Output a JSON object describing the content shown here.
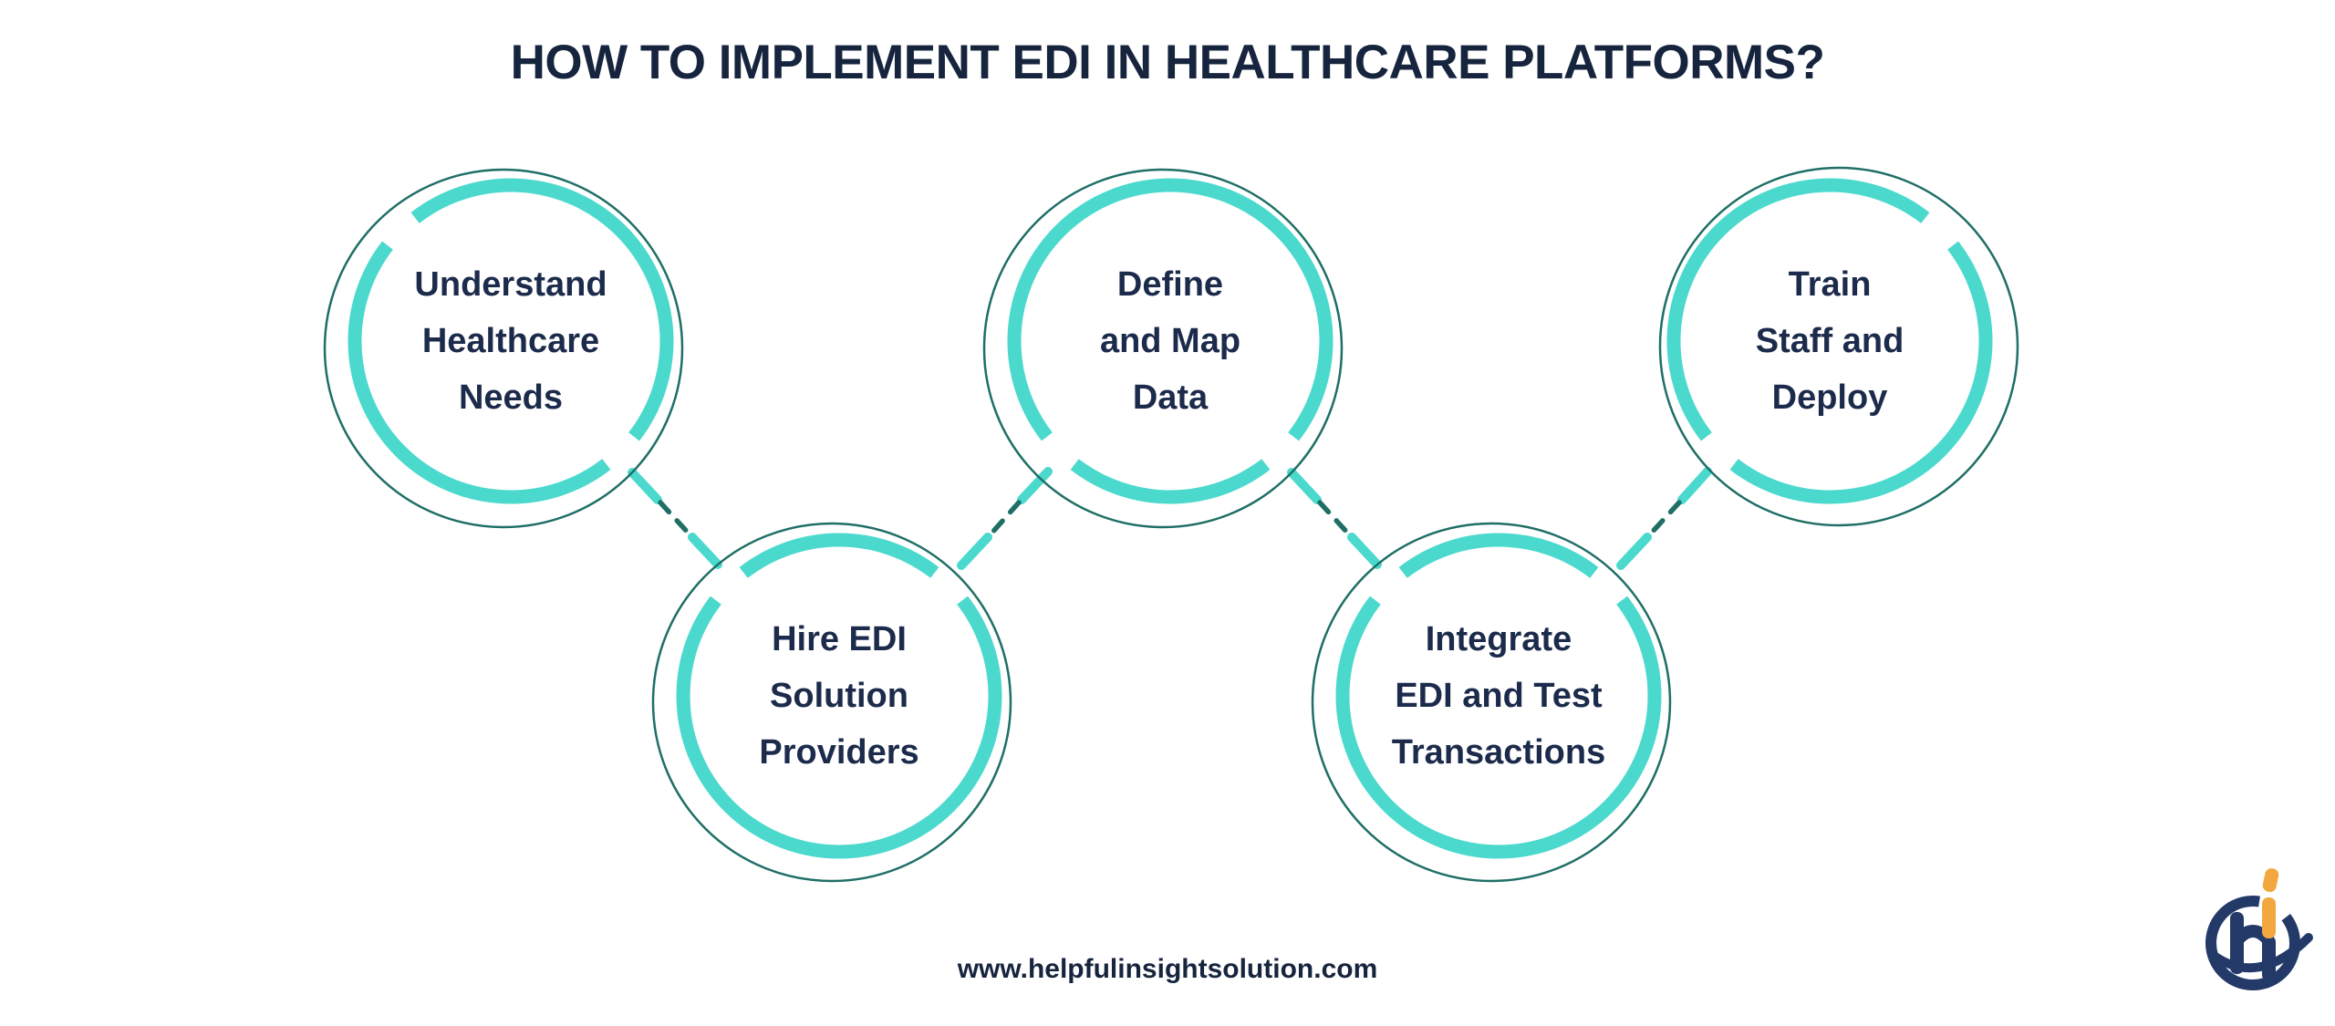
{
  "title": "HOW TO IMPLEMENT EDI IN HEALTHCARE PLATFORMS?",
  "steps": [
    {
      "id": 1,
      "position": "top",
      "label": "Understand Healthcare Needs",
      "lines": [
        "Understand",
        "Healthcare",
        "Needs"
      ]
    },
    {
      "id": 2,
      "position": "bottom",
      "label": "Hire EDI Solution Providers",
      "lines": [
        "Hire EDI",
        "Solution",
        "Providers"
      ]
    },
    {
      "id": 3,
      "position": "top",
      "label": "Define and Map Data",
      "lines": [
        "Define",
        "and Map",
        "Data"
      ]
    },
    {
      "id": 4,
      "position": "bottom",
      "label": "Integrate EDI and Test Transactions",
      "lines": [
        "Integrate",
        "EDI and Test",
        "Transactions"
      ]
    },
    {
      "id": 5,
      "position": "top",
      "label": "Train Staff and Deploy",
      "lines": [
        "Train",
        "Staff and",
        "Deploy"
      ]
    }
  ],
  "connectors": [
    {
      "from": 1,
      "to": 2,
      "style": "dashed"
    },
    {
      "from": 3,
      "to": 2,
      "style": "dashed"
    },
    {
      "from": 3,
      "to": 4,
      "style": "dashed"
    },
    {
      "from": 5,
      "to": 4,
      "style": "dashed"
    }
  ],
  "footer": {
    "website": "www.helpfulinsightsolution.com"
  },
  "logo": {
    "monogram": "hi"
  },
  "colors": {
    "accent_teal": "#4BD9CE",
    "outline_teal": "#1F6F66",
    "text_navy": "#1C2B4B",
    "title_navy": "#16243E",
    "logo_navy": "#233A69",
    "logo_orange": "#F3A73F",
    "background": "#FFFFFF"
  }
}
